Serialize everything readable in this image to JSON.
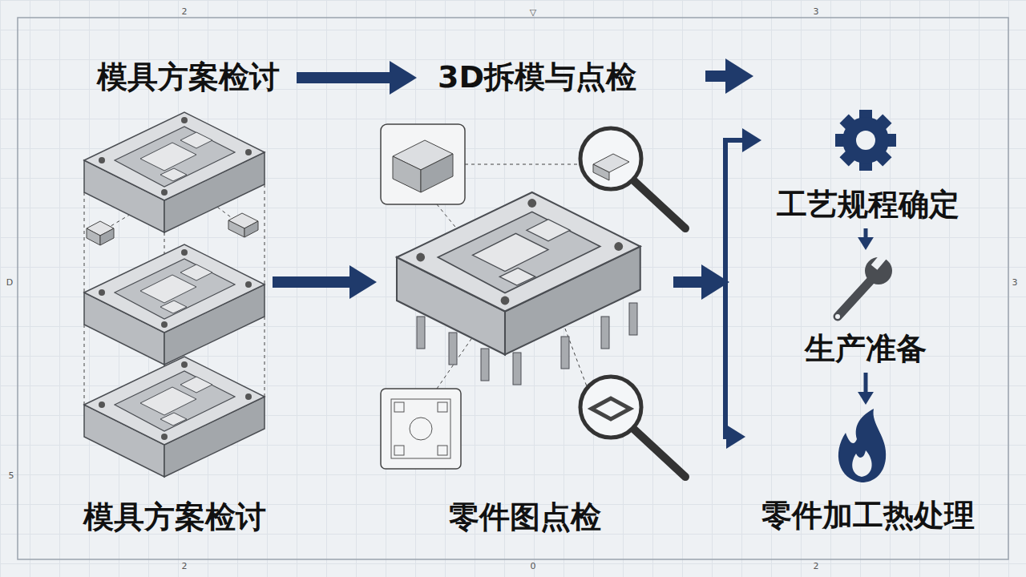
{
  "diagram": {
    "nodes": [
      {
        "text": [
          "模具方案检讨"
        ]
      },
      {
        "text": [
          "3D拆模与点检"
        ]
      },
      {
        "text": [
          "模具方案检讨"
        ]
      },
      {
        "text": [
          "零件图点检"
        ]
      },
      {
        "text": [
          "工艺规程确定"
        ]
      },
      {
        "text": [
          "生产准备"
        ]
      },
      {
        "text": [
          "零件加工热处理"
        ]
      }
    ],
    "edges": [
      {
        "from": 0,
        "to": 1,
        "arrow": "to"
      },
      {
        "from": 2,
        "to": 3,
        "arrow": "to"
      },
      {
        "from": 3,
        "to": 4,
        "arrow": "to"
      },
      {
        "from": 3,
        "to": 6,
        "arrow": "to"
      },
      {
        "from": 4,
        "to": 5,
        "arrow": "to"
      },
      {
        "from": 5,
        "to": 6,
        "arrow": "to"
      }
    ],
    "labels": [
      "2",
      "▽",
      "3",
      "D",
      "5",
      "3",
      "2",
      "0",
      "2"
    ]
  }
}
